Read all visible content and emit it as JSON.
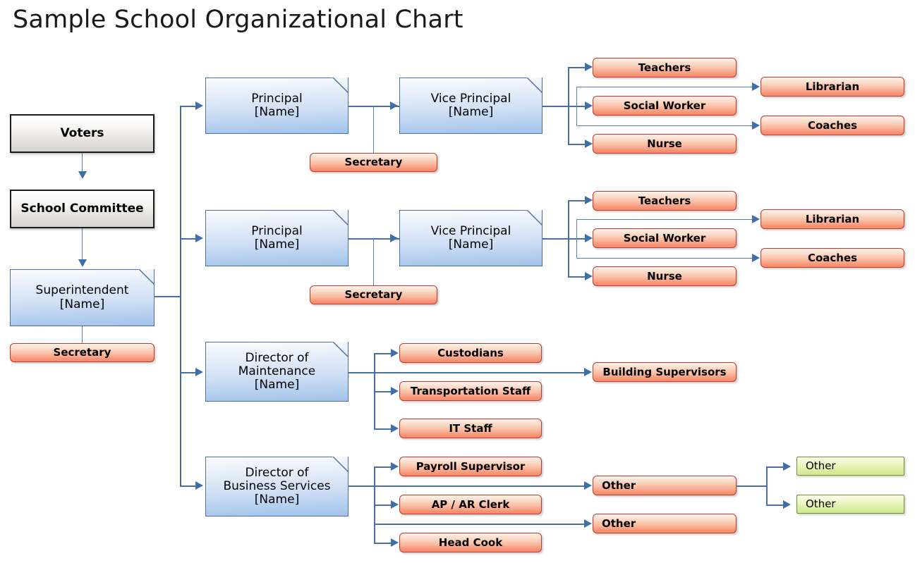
{
  "title": "Sample School Organizational Chart",
  "chart_data": {
    "type": "diagram",
    "diagram_kind": "organizational-chart",
    "title": "Sample School Organizational Chart",
    "legend_position": "none",
    "node_styles": {
      "grey": "#e3e1dd",
      "blue": "#a3c3ea",
      "red": "#f79274",
      "green": "#cfe98d",
      "connector": "#4a6fa5"
    },
    "nodes": [
      {
        "id": "voters",
        "label": "Voters",
        "style": "grey"
      },
      {
        "id": "school_committee",
        "label": "School Committee",
        "style": "grey"
      },
      {
        "id": "superintendent",
        "label": "Superintendent",
        "sublabel": "[Name]",
        "style": "blue"
      },
      {
        "id": "superintendent_secretary",
        "label": "Secretary",
        "style": "red"
      },
      {
        "id": "principal_1",
        "label": "Principal",
        "sublabel": "[Name]",
        "style": "blue"
      },
      {
        "id": "principal_1_secretary",
        "label": "Secretary",
        "style": "red"
      },
      {
        "id": "vice_principal_1",
        "label": "Vice Principal",
        "sublabel": "[Name]",
        "style": "blue"
      },
      {
        "id": "teachers_1",
        "label": "Teachers",
        "style": "red"
      },
      {
        "id": "social_worker_1",
        "label": "Social Worker",
        "style": "red"
      },
      {
        "id": "nurse_1",
        "label": "Nurse",
        "style": "red"
      },
      {
        "id": "librarian_1",
        "label": "Librarian",
        "style": "red"
      },
      {
        "id": "coaches_1",
        "label": "Coaches",
        "style": "red"
      },
      {
        "id": "principal_2",
        "label": "Principal",
        "sublabel": "[Name]",
        "style": "blue"
      },
      {
        "id": "principal_2_secretary",
        "label": "Secretary",
        "style": "red"
      },
      {
        "id": "vice_principal_2",
        "label": "Vice Principal",
        "sublabel": "[Name]",
        "style": "blue"
      },
      {
        "id": "teachers_2",
        "label": "Teachers",
        "style": "red"
      },
      {
        "id": "social_worker_2",
        "label": "Social Worker",
        "style": "red"
      },
      {
        "id": "nurse_2",
        "label": "Nurse",
        "style": "red"
      },
      {
        "id": "librarian_2",
        "label": "Librarian",
        "style": "red"
      },
      {
        "id": "coaches_2",
        "label": "Coaches",
        "style": "red"
      },
      {
        "id": "dir_maintenance",
        "label": "Director of",
        "sublabel": "Maintenance",
        "sublabel2": "[Name]",
        "style": "blue"
      },
      {
        "id": "custodians",
        "label": "Custodians",
        "style": "red"
      },
      {
        "id": "transportation_staff",
        "label": "Transportation Staff",
        "style": "red"
      },
      {
        "id": "it_staff",
        "label": "IT Staff",
        "style": "red"
      },
      {
        "id": "building_supervisors",
        "label": "Building Supervisors",
        "style": "red"
      },
      {
        "id": "dir_business",
        "label": "Director of",
        "sublabel": "Business Services",
        "sublabel2": "[Name]",
        "style": "blue"
      },
      {
        "id": "payroll_supervisor",
        "label": "Payroll Supervisor",
        "style": "red"
      },
      {
        "id": "ap_ar_clerk",
        "label": "AP / AR Clerk",
        "style": "red"
      },
      {
        "id": "head_cook",
        "label": "Head Cook",
        "style": "red"
      },
      {
        "id": "other_1",
        "label": "Other",
        "style": "red"
      },
      {
        "id": "other_2",
        "label": "Other",
        "style": "red"
      },
      {
        "id": "other_green_1",
        "label": "Other",
        "style": "green"
      },
      {
        "id": "other_green_2",
        "label": "Other",
        "style": "green"
      }
    ],
    "edges": [
      {
        "from": "voters",
        "to": "school_committee"
      },
      {
        "from": "school_committee",
        "to": "superintendent"
      },
      {
        "from": "superintendent",
        "to": "superintendent_secretary"
      },
      {
        "from": "superintendent",
        "to": "principal_1"
      },
      {
        "from": "superintendent",
        "to": "principal_2"
      },
      {
        "from": "superintendent",
        "to": "dir_maintenance"
      },
      {
        "from": "superintendent",
        "to": "dir_business"
      },
      {
        "from": "principal_1",
        "to": "principal_1_secretary"
      },
      {
        "from": "principal_1",
        "to": "vice_principal_1"
      },
      {
        "from": "vice_principal_1",
        "to": "teachers_1"
      },
      {
        "from": "vice_principal_1",
        "to": "social_worker_1"
      },
      {
        "from": "vice_principal_1",
        "to": "nurse_1"
      },
      {
        "from": "vice_principal_1",
        "to": "librarian_1"
      },
      {
        "from": "vice_principal_1",
        "to": "coaches_1"
      },
      {
        "from": "principal_2",
        "to": "principal_2_secretary"
      },
      {
        "from": "principal_2",
        "to": "vice_principal_2"
      },
      {
        "from": "vice_principal_2",
        "to": "teachers_2"
      },
      {
        "from": "vice_principal_2",
        "to": "social_worker_2"
      },
      {
        "from": "vice_principal_2",
        "to": "nurse_2"
      },
      {
        "from": "vice_principal_2",
        "to": "librarian_2"
      },
      {
        "from": "vice_principal_2",
        "to": "coaches_2"
      },
      {
        "from": "dir_maintenance",
        "to": "custodians"
      },
      {
        "from": "dir_maintenance",
        "to": "transportation_staff"
      },
      {
        "from": "dir_maintenance",
        "to": "it_staff"
      },
      {
        "from": "dir_maintenance",
        "to": "building_supervisors"
      },
      {
        "from": "dir_business",
        "to": "payroll_supervisor"
      },
      {
        "from": "dir_business",
        "to": "ap_ar_clerk"
      },
      {
        "from": "dir_business",
        "to": "head_cook"
      },
      {
        "from": "dir_business",
        "to": "other_1"
      },
      {
        "from": "dir_business",
        "to": "other_2"
      },
      {
        "from": "other_1",
        "to": "other_green_1"
      },
      {
        "from": "other_1",
        "to": "other_green_2"
      }
    ]
  },
  "nodes": {
    "voters": {
      "label": "Voters"
    },
    "school_committee": {
      "label": "School Committee"
    },
    "superintendent": {
      "label": "Superintendent",
      "sublabel": "[Name]"
    },
    "superintendent_secretary": {
      "label": "Secretary"
    },
    "principal_1": {
      "label": "Principal",
      "sublabel": "[Name]"
    },
    "principal_1_secretary": {
      "label": "Secretary"
    },
    "vice_principal_1": {
      "label": "Vice Principal",
      "sublabel": "[Name]"
    },
    "teachers_1": {
      "label": "Teachers"
    },
    "social_worker_1": {
      "label": "Social Worker"
    },
    "nurse_1": {
      "label": "Nurse"
    },
    "librarian_1": {
      "label": "Librarian"
    },
    "coaches_1": {
      "label": "Coaches"
    },
    "principal_2": {
      "label": "Principal",
      "sublabel": "[Name]"
    },
    "principal_2_secretary": {
      "label": "Secretary"
    },
    "vice_principal_2": {
      "label": "Vice Principal",
      "sublabel": "[Name]"
    },
    "teachers_2": {
      "label": "Teachers"
    },
    "social_worker_2": {
      "label": "Social Worker"
    },
    "nurse_2": {
      "label": "Nurse"
    },
    "librarian_2": {
      "label": "Librarian"
    },
    "coaches_2": {
      "label": "Coaches"
    },
    "dir_maintenance": {
      "label": "Director of",
      "sublabel": "Maintenance",
      "sublabel2": "[Name]"
    },
    "custodians": {
      "label": "Custodians"
    },
    "transportation_staff": {
      "label": "Transportation Staff"
    },
    "it_staff": {
      "label": "IT Staff"
    },
    "building_supervisors": {
      "label": "Building Supervisors"
    },
    "dir_business": {
      "label": "Director of",
      "sublabel": "Business Services",
      "sublabel2": "[Name]"
    },
    "payroll_supervisor": {
      "label": "Payroll Supervisor"
    },
    "ap_ar_clerk": {
      "label": "AP / AR Clerk"
    },
    "head_cook": {
      "label": "Head Cook"
    },
    "other_1": {
      "label": "Other"
    },
    "other_2": {
      "label": "Other"
    },
    "other_green_1": {
      "label": "Other"
    },
    "other_green_2": {
      "label": "Other"
    }
  }
}
